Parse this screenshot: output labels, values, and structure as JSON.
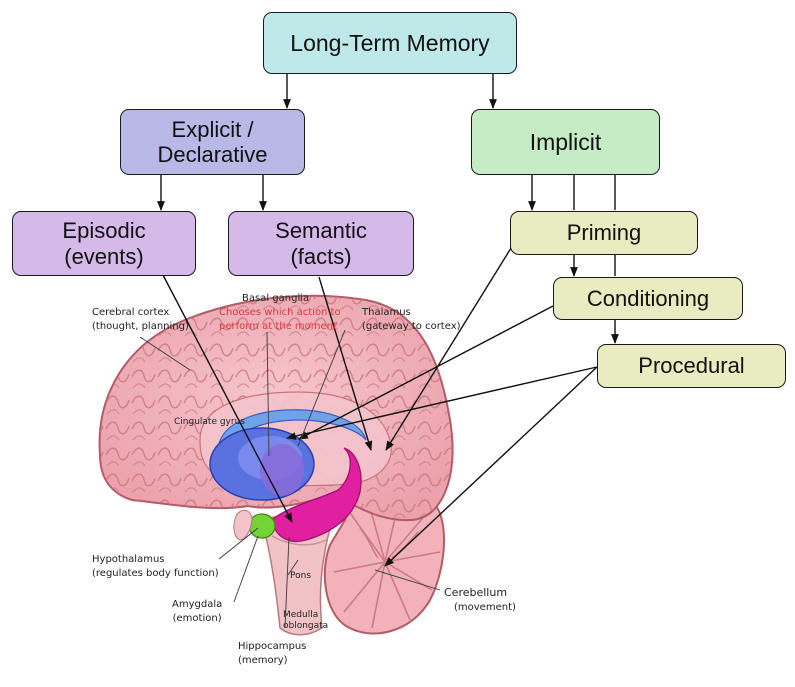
{
  "colors": {
    "ltm": "#bfe8e8",
    "explicit": "#b9b9e8",
    "episodic_semantic": "#d5b9e8",
    "implicit": "#c6ecc6",
    "implicit_children": "#e9ecc0",
    "brain": "#f2b1b9",
    "brain_shade": "#c8707c",
    "basal_ganglia": "#5a72e0",
    "hippocampus": "#e020a0",
    "amygdala": "#74d437",
    "annotation_red": "#d63b3b"
  },
  "boxes": {
    "ltm": "Long-Term Memory",
    "explicit": "Explicit /\nDeclarative",
    "implicit": "Implicit",
    "episodic": "Episodic\n(events)",
    "semantic": "Semantic\n(facts)",
    "priming": "Priming",
    "conditioning": "Conditioning",
    "procedural": "Procedural"
  },
  "brain_labels": {
    "cerebral_cortex": "Cerebral cortex\n(thought, planning)",
    "basal_ganglia_title": "Basal ganglia",
    "basal_ganglia_note": "Chooses which action to\nperform at the moment",
    "thalamus": "Thalamus\n(gateway to cortex)",
    "cingulate_gyrus": "Cingulate gyrus",
    "hypothalamus": "Hypothalamus\n(regulates body function)",
    "amygdala": "Amygdala\n(emotion)",
    "pons": "Pons",
    "medulla": "Medulla\noblongata",
    "hippocampus": "Hippocampus\n(memory)",
    "cerebellum_title": "Cerebellum",
    "cerebellum_sub": "(movement)"
  }
}
